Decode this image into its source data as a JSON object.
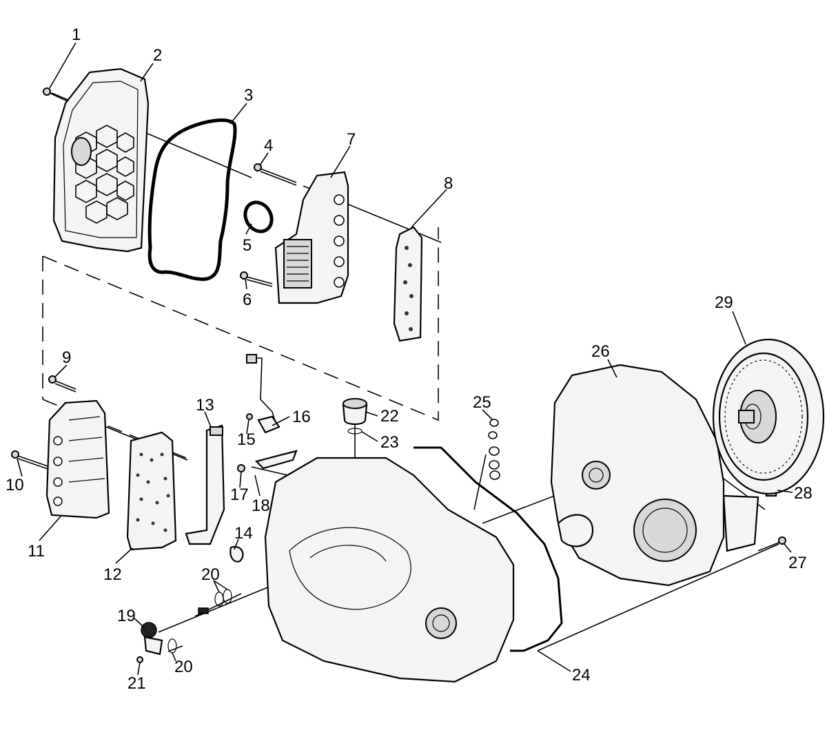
{
  "labels": [
    {
      "id": "l1",
      "text": "1"
    },
    {
      "id": "l2",
      "text": "2"
    },
    {
      "id": "l3",
      "text": "3"
    },
    {
      "id": "l4",
      "text": "4"
    },
    {
      "id": "l5",
      "text": "5"
    },
    {
      "id": "l6",
      "text": "6"
    },
    {
      "id": "l7",
      "text": "7"
    },
    {
      "id": "l8",
      "text": "8"
    },
    {
      "id": "l9",
      "text": "9"
    },
    {
      "id": "l10",
      "text": "10"
    },
    {
      "id": "l11",
      "text": "11"
    },
    {
      "id": "l12",
      "text": "12"
    },
    {
      "id": "l13",
      "text": "13"
    },
    {
      "id": "l14",
      "text": "14"
    },
    {
      "id": "l15",
      "text": "15"
    },
    {
      "id": "l16",
      "text": "16"
    },
    {
      "id": "l17",
      "text": "17"
    },
    {
      "id": "l18",
      "text": "18"
    },
    {
      "id": "l19",
      "text": "19"
    },
    {
      "id": "l20a",
      "text": "20"
    },
    {
      "id": "l20b",
      "text": "20"
    },
    {
      "id": "l21",
      "text": "21"
    },
    {
      "id": "l22",
      "text": "22"
    },
    {
      "id": "l23",
      "text": "23"
    },
    {
      "id": "l24",
      "text": "24"
    },
    {
      "id": "l25",
      "text": "25"
    },
    {
      "id": "l26",
      "text": "26"
    },
    {
      "id": "l27",
      "text": "27"
    },
    {
      "id": "l28",
      "text": "28"
    },
    {
      "id": "l29",
      "text": "29"
    }
  ]
}
